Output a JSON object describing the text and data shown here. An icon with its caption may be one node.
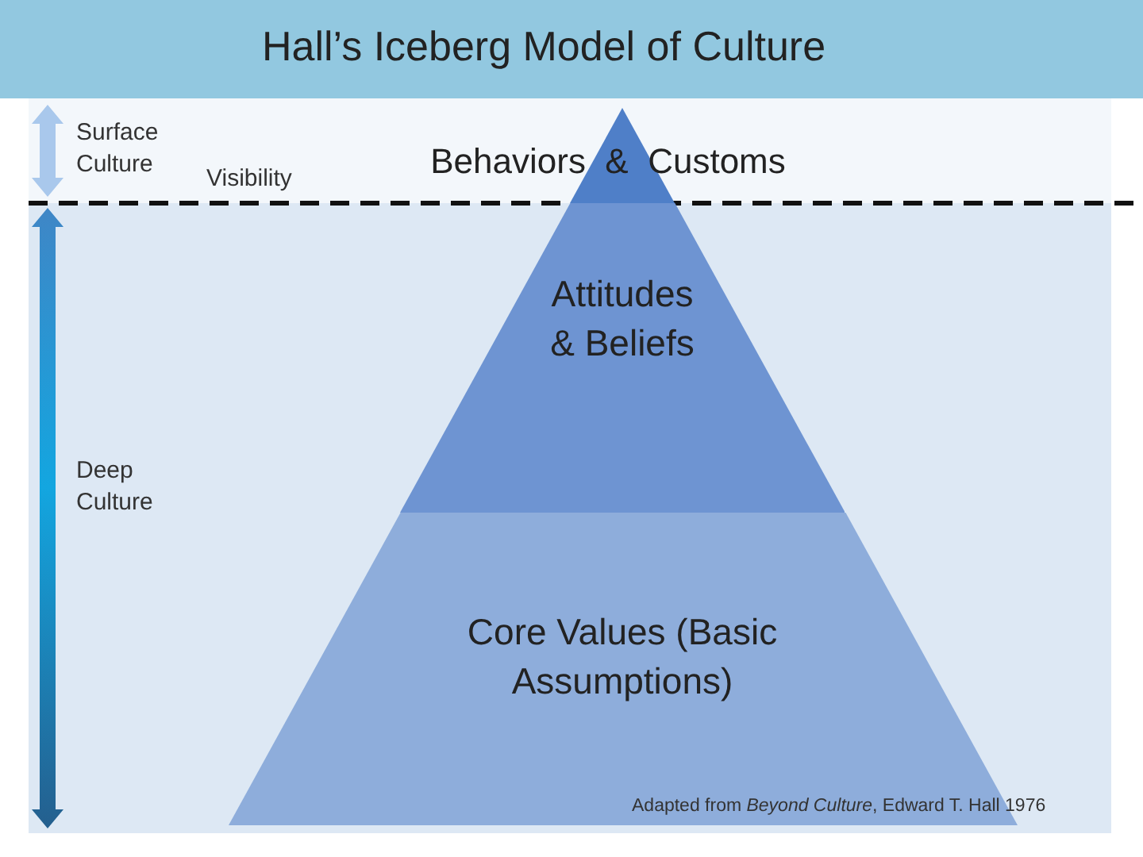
{
  "diagram": {
    "title": "Hall’s Iceberg Model of Culture",
    "caption": "Adapted from *Beyond Culture*, Edward T. Hall 1976",
    "nodes": [
      {
        "text": [
          "Behaviors  &  Customs"
        ]
      },
      {
        "text": [
          "Attitudes & Beliefs"
        ]
      },
      {
        "text": [
          "Core Values (Basic Assumptions)"
        ]
      }
    ],
    "edges": [],
    "labels": [
      "Surface Culture",
      "Visibility",
      "Deep Culture"
    ]
  }
}
